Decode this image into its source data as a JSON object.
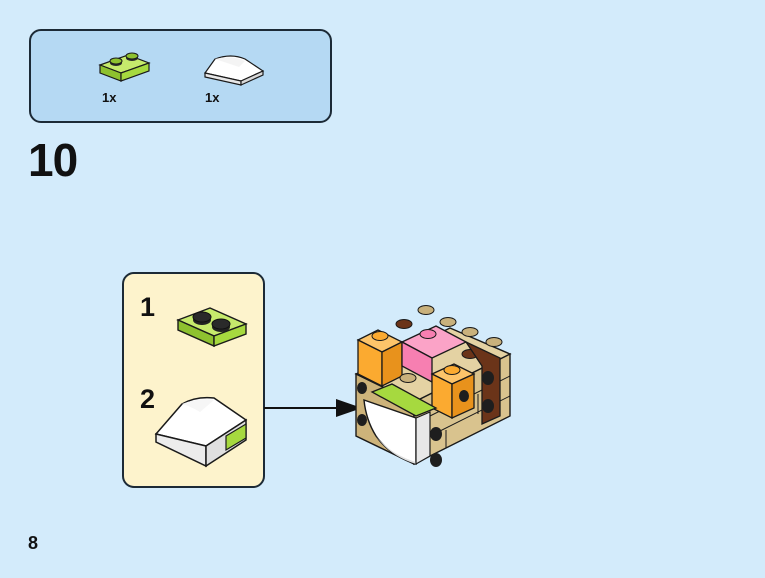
{
  "parts_list": {
    "items": [
      {
        "icon": "lime-plate-1x2-icon",
        "color": "#a6d93f",
        "quantity": "1x"
      },
      {
        "icon": "white-curved-slope-icon",
        "color": "#ffffff",
        "quantity": "1x"
      }
    ]
  },
  "step": {
    "number": "10"
  },
  "sub_steps": [
    {
      "label": "1",
      "icon": "lime-plate-1x2-icon"
    },
    {
      "label": "2",
      "icon": "white-curved-slope-assembled-icon"
    }
  ],
  "page": {
    "number": "8"
  },
  "colors": {
    "background": "#d3ebfb",
    "parts_box": "#b5d9f3",
    "sub_box": "#fdf3cc",
    "lime": "#a6d93f",
    "tan": "#d9c38e",
    "orange": "#fbaa30",
    "pink": "#f77fb1",
    "brown": "#6b3419"
  }
}
